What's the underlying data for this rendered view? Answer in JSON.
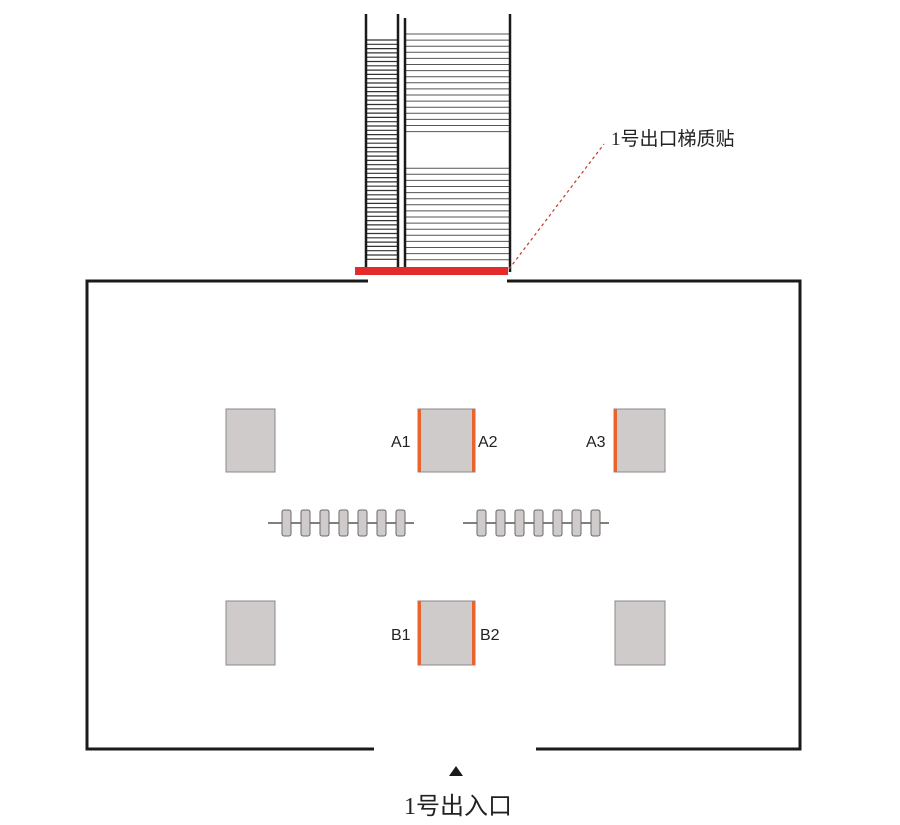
{
  "callout": {
    "text": "1号出口梯质贴"
  },
  "entrance": {
    "text": "1号出入口",
    "arrow": "up-triangle-icon"
  },
  "pillars": {
    "a1": "A1",
    "a2": "A2",
    "a3": "A3",
    "b1": "B1",
    "b2": "B2"
  },
  "colors": {
    "wall": "#1a1a1a",
    "pillar_fill": "#cfcbcb",
    "pillar_stroke": "#8a8a8a",
    "marker_orange": "#e8642c",
    "marker_red": "#e32b2b",
    "callout_line": "#c0392b"
  }
}
